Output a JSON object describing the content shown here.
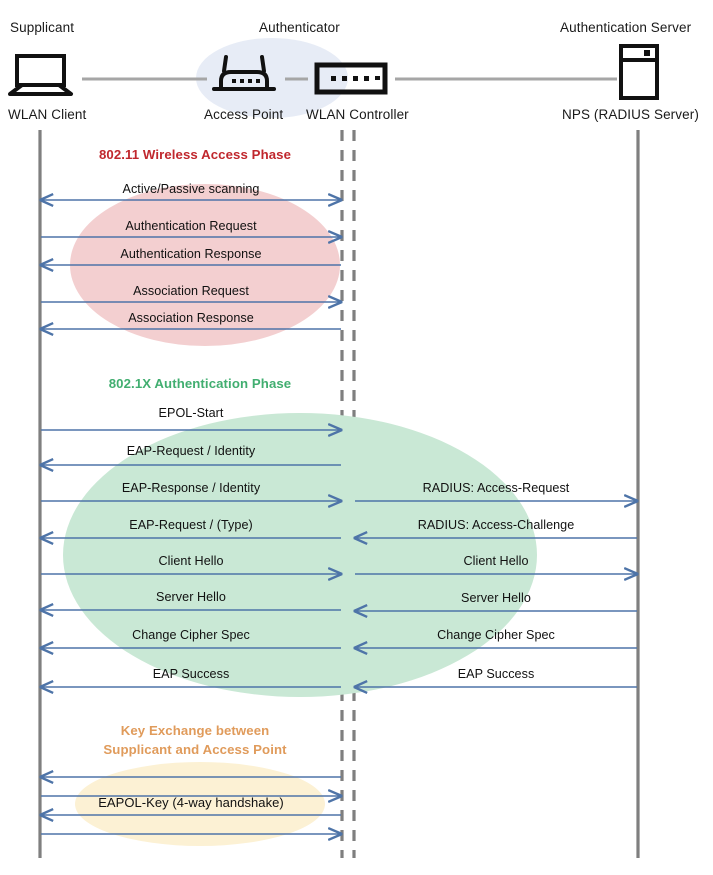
{
  "diagram": {
    "title_role_left": "Supplicant",
    "title_role_mid": "Authenticator",
    "title_role_right": "Authentication Server",
    "node_left": "WLAN Client",
    "node_mid_a": "Access Point",
    "node_mid_b": "WLAN Controller",
    "node_right": "NPS (RADIUS Server)",
    "icons": {
      "left": "laptop-icon",
      "mid_a": "wireless-access-point-icon",
      "mid_b": "network-switch-icon",
      "right": "server-tower-icon"
    }
  },
  "colors": {
    "phase1_fill": "#F3CFD0",
    "phase1_text": "#C0272D",
    "phase2_fill": "#C9E8D5",
    "phase2_text": "#41AE70",
    "phase3_fill": "#FCF1D4",
    "phase3_text": "#E09B5B",
    "authenticator_fill": "#E7ECF6",
    "arrow": "#4E74A8",
    "lifeline": "#7F7F7F",
    "link": "#A6A6A6"
  },
  "phases": [
    {
      "id": "wireless-access-phase",
      "title": "802.11 Wireless Access Phase",
      "messages": [
        {
          "label": "Active/Passive scanning",
          "dir": "both",
          "span": "left"
        },
        {
          "label": "Authentication Request",
          "dir": "right",
          "span": "left"
        },
        {
          "label": "Authentication Response",
          "dir": "left",
          "span": "left"
        },
        {
          "label": "Association Request",
          "dir": "right",
          "span": "left"
        },
        {
          "label": "Association Response",
          "dir": "left",
          "span": "left"
        }
      ]
    },
    {
      "id": "dot1x-authentication-phase",
      "title": "802.1X Authentication Phase",
      "messages": [
        {
          "label": "EPOL-Start",
          "dir": "right",
          "span": "left"
        },
        {
          "label": "EAP-Request / Identity",
          "dir": "left",
          "span": "left"
        },
        {
          "label": "EAP-Response / Identity",
          "dir": "right",
          "span": "left"
        },
        {
          "label": "RADIUS: Access-Request",
          "dir": "right",
          "span": "right"
        },
        {
          "label": "EAP-Request / (Type)",
          "dir": "left",
          "span": "left"
        },
        {
          "label": "RADIUS: Access-Challenge",
          "dir": "left",
          "span": "right"
        },
        {
          "label": "Client Hello",
          "dir": "right",
          "span": "left"
        },
        {
          "label": "Client Hello",
          "dir": "right",
          "span": "right"
        },
        {
          "label": "Server Hello",
          "dir": "left",
          "span": "left"
        },
        {
          "label": "Server Hello",
          "dir": "left",
          "span": "right"
        },
        {
          "label": "Change Cipher Spec",
          "dir": "left",
          "span": "left"
        },
        {
          "label": "Change Cipher Spec",
          "dir": "left",
          "span": "right"
        },
        {
          "label": "EAP Success",
          "dir": "left",
          "span": "left"
        },
        {
          "label": "EAP Success",
          "dir": "left",
          "span": "right"
        }
      ]
    },
    {
      "id": "key-exchange-phase",
      "title_line1": "Key Exchange between",
      "title_line2": "Supplicant and Access Point",
      "messages": [
        {
          "label": "",
          "dir": "left",
          "span": "left"
        },
        {
          "label": "",
          "dir": "right",
          "span": "left"
        },
        {
          "label": "EAPOL-Key (4-way handshake)",
          "dir": "left",
          "span": "left"
        },
        {
          "label": "",
          "dir": "right",
          "span": "left"
        }
      ]
    }
  ]
}
